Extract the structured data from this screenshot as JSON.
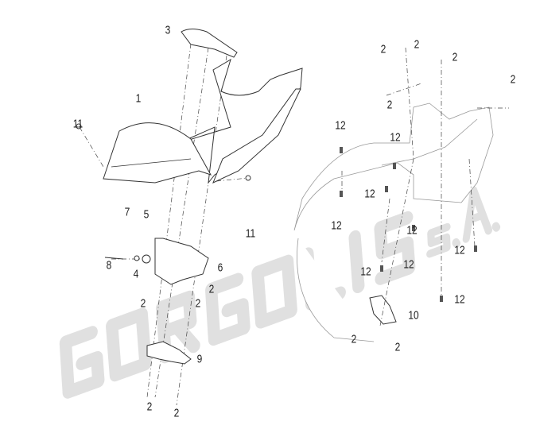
{
  "title": "Front inner cover parts diagram",
  "watermark": "GORGOLIS s.A.",
  "callouts": {
    "left": [
      "3",
      "1",
      "11",
      "7",
      "5",
      "8",
      "4",
      "6",
      "2",
      "2",
      "2",
      "9",
      "2",
      "2",
      "11"
    ],
    "right": [
      "2",
      "2",
      "2",
      "2",
      "2",
      "12",
      "12",
      "12",
      "12",
      "12",
      "12",
      "12",
      "12",
      "12",
      "10",
      "2",
      "2"
    ]
  }
}
